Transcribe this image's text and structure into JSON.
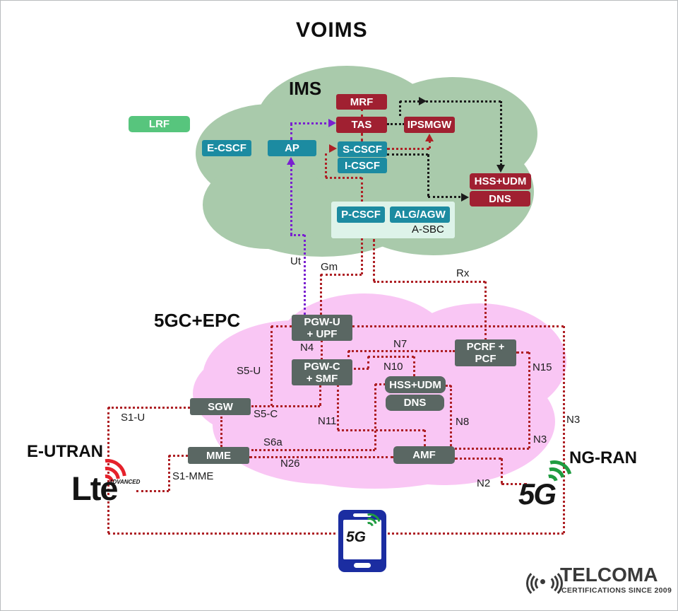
{
  "title": "VOIMS",
  "regions": {
    "ims": "IMS",
    "epc": "5GC+EPC",
    "eutran": "E-UTRAN",
    "ngran": "NG-RAN"
  },
  "ims_nodes": {
    "lrf": "LRF",
    "ecscf": "E-CSCF",
    "ap": "AP",
    "mrf": "MRF",
    "tas": "TAS",
    "ipsmgw": "IPSMGW",
    "scscf": "S-CSCF",
    "icscf": "I-CSCF",
    "hss_udm": "HSS+UDM",
    "dns": "DNS",
    "pcscf": "P-CSCF",
    "alg_agw": "ALG/AGW",
    "asbc": "A-SBC"
  },
  "epc_nodes": {
    "pgwu_line1": "PGW-U",
    "pgwu_line2": "+ UPF",
    "pgwc_line1": "PGW-C",
    "pgwc_line2": "+ SMF",
    "pcrf_line1": "PCRF +",
    "pcrf_line2": "PCF",
    "hss_udm": "HSS+UDM",
    "dns": "DNS",
    "sgw": "SGW",
    "mme": "MME",
    "amf": "AMF"
  },
  "interfaces": {
    "ut": "Ut",
    "gm": "Gm",
    "rx": "Rx",
    "n4": "N4",
    "n7": "N7",
    "n10": "N10",
    "n15": "N15",
    "s5u": "S5-U",
    "s5c": "S5-C",
    "n11": "N11",
    "n8": "N8",
    "s1u": "S1-U",
    "s6a": "S6a",
    "n26": "N26",
    "n3_inner": "N3",
    "n3_outer": "N3",
    "n2": "N2",
    "s1mme": "S1-MME"
  },
  "logos": {
    "lte": "Lte",
    "lte_sup": "4DVANCED",
    "fiveg": "5G",
    "phone_fiveg": "5G",
    "telcoma": "TELCOMA",
    "telcoma_tagline": "CERTIFICATIONS SINCE 2009"
  },
  "colors": {
    "teal": "#1c8ba1",
    "dark_red": "#a02031",
    "epc_gray": "#5a6763",
    "ims_cloud": "#a9caab",
    "epc_cloud": "#f9c6f4",
    "lrf_green": "#57c57d",
    "asbc_mint": "#ddf3e9",
    "line_red": "#ae2025",
    "line_purple": "#7a1fd0",
    "line_black": "#1a1a1a",
    "phone_navy": "#1b2da1",
    "logo_green": "#1f9c40",
    "logo_red": "#e5212b"
  }
}
